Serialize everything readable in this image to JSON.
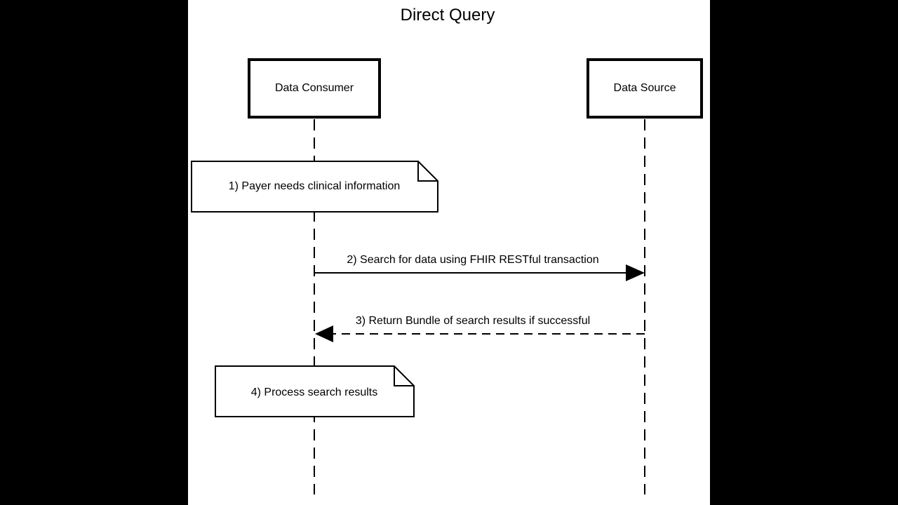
{
  "diagram": {
    "title": "Direct Query",
    "participants": [
      {
        "id": "consumer",
        "label": "Data Consumer"
      },
      {
        "id": "source",
        "label": "Data Source"
      }
    ],
    "steps": [
      {
        "type": "note",
        "over": "consumer",
        "text": "1) Payer needs clinical information"
      },
      {
        "type": "message",
        "from": "consumer",
        "to": "source",
        "style": "solid",
        "text": "2) Search for data using FHIR RESTful transaction"
      },
      {
        "type": "message",
        "from": "source",
        "to": "consumer",
        "style": "dashed",
        "text": "3)  Return Bundle of search results if successful"
      },
      {
        "type": "note",
        "over": "consumer",
        "text": "4) Process search results"
      }
    ]
  }
}
